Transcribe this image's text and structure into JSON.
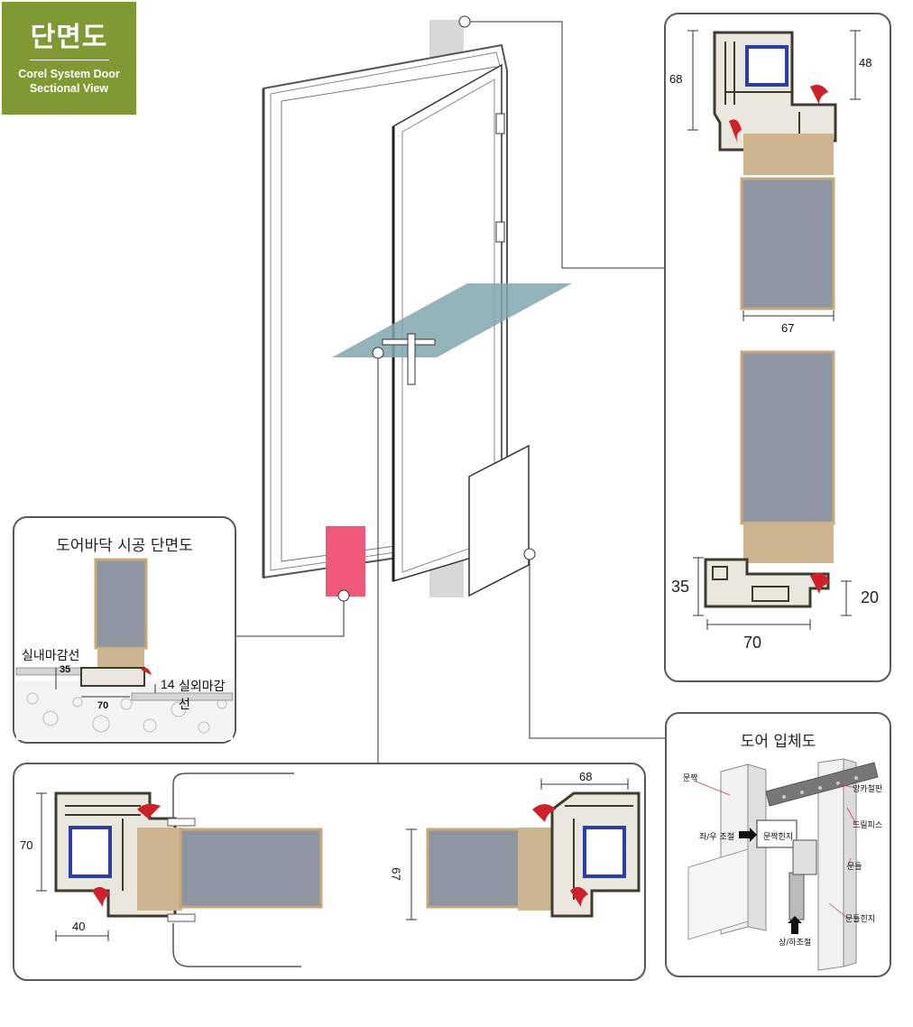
{
  "badge": {
    "title": "단면도",
    "subtitle1": "Corel System Door",
    "subtitle2": "Sectional View",
    "color": "#7f9a33"
  },
  "floor_panel": {
    "title": "도어바닥 시공 단면도",
    "indoor_label": "실내마감선",
    "outdoor_label": "실외마감선",
    "dim_35": "35",
    "dim_14": "14",
    "dim_70": "70"
  },
  "vertical_panel": {
    "dim_68": "68",
    "dim_48": "48",
    "dim_67": "67",
    "dim_35": "35",
    "dim_20": "20",
    "dim_70": "70"
  },
  "horizontal_panel": {
    "dim_70": "70",
    "dim_40": "40",
    "dim_67": "67",
    "dim_68": "68"
  },
  "iso_panel": {
    "title": "도어 입체도",
    "door_leaf": "문짝",
    "anchor_plate": "앙카철판",
    "drill_screw": "드릴피스",
    "lr_adjust": "좌/우 조절",
    "leaf_hinge": "문짝힌지",
    "frame": "문틀",
    "frame_hinge": "문틀힌지",
    "ud_adjust": "상/하조절"
  },
  "colors": {
    "wood": "#cdb58f",
    "foam": "#8e96a2",
    "gasket": "#d0202a",
    "glass": "#2b3fa6",
    "plane": "#7fa7ad",
    "pink": "#f0587a"
  }
}
